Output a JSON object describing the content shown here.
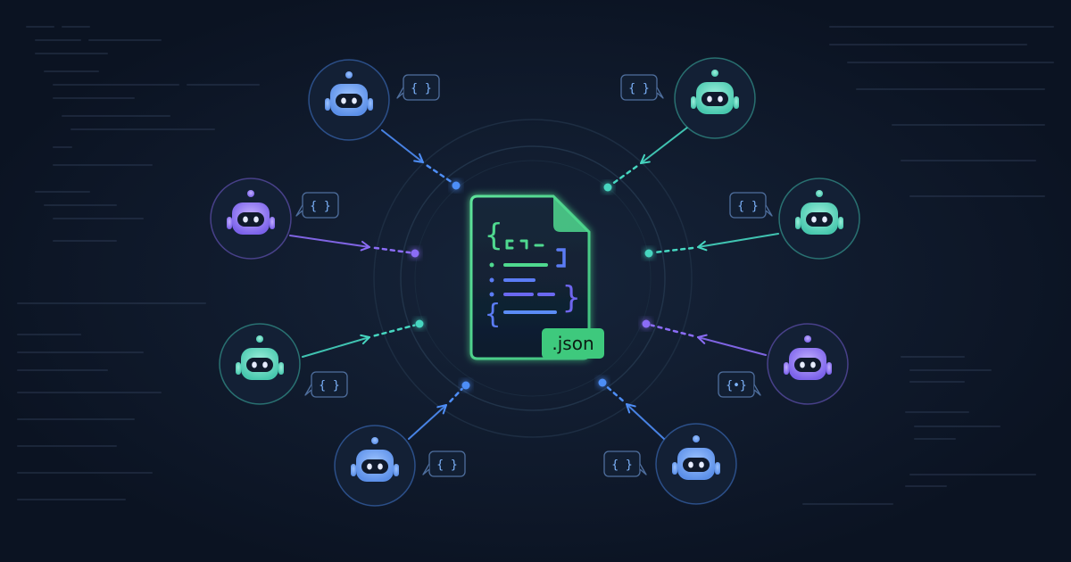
{
  "file": {
    "extension_label": ".json"
  },
  "bubble_label": "{ }",
  "bubble_label_alt": "{•}",
  "colors": {
    "background": "#0c1424",
    "json_green": "#4fd98f",
    "blue": "#4e8ef7",
    "teal": "#46d6c0",
    "violet": "#8b6cf6",
    "bubble_text": "#7fb6ff"
  },
  "agents": [
    {
      "name": "agent-top-left",
      "color": "blue",
      "bubble": "bubble_label"
    },
    {
      "name": "agent-top-right",
      "color": "teal",
      "bubble": "bubble_label"
    },
    {
      "name": "agent-upper-left",
      "color": "violet",
      "bubble": "bubble_label"
    },
    {
      "name": "agent-upper-right",
      "color": "teal",
      "bubble": "bubble_label"
    },
    {
      "name": "agent-lower-left",
      "color": "teal",
      "bubble": "bubble_label"
    },
    {
      "name": "agent-lower-right",
      "color": "violet",
      "bubble": "bubble_label_alt"
    },
    {
      "name": "agent-bottom-left",
      "color": "blue",
      "bubble": "bubble_label"
    },
    {
      "name": "agent-bottom-right",
      "color": "blue",
      "bubble": "bubble_label"
    }
  ]
}
